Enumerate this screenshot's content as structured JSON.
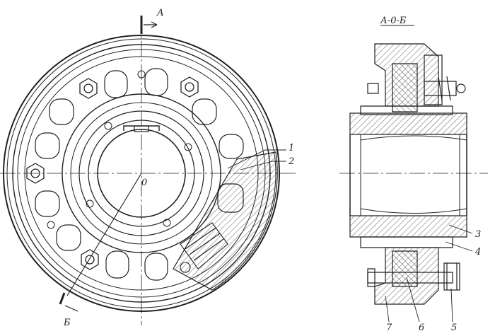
{
  "figure": {
    "section_title": "А-0-Б",
    "section_letter_a": "А",
    "section_letter_b": "Б",
    "center_label": "0",
    "callouts": [
      "1",
      "2",
      "3",
      "4",
      "5",
      "6",
      "7"
    ]
  }
}
